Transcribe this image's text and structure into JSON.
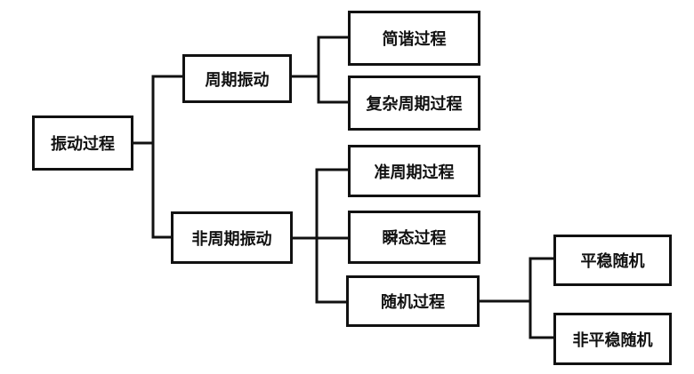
{
  "nodes": {
    "root": "振动过程",
    "periodic": "周期振动",
    "nonperiodic": "非周期振动",
    "simple_harmonic": "简谐过程",
    "complex_periodic": "复杂周期过程",
    "quasi_periodic": "准周期过程",
    "transient": "瞬态过程",
    "random": "随机过程",
    "stationary": "平稳随机",
    "nonstationary": "非平稳随机"
  },
  "colors": {
    "line": "#111111",
    "box_border": "#111111",
    "background": "#ffffff"
  }
}
